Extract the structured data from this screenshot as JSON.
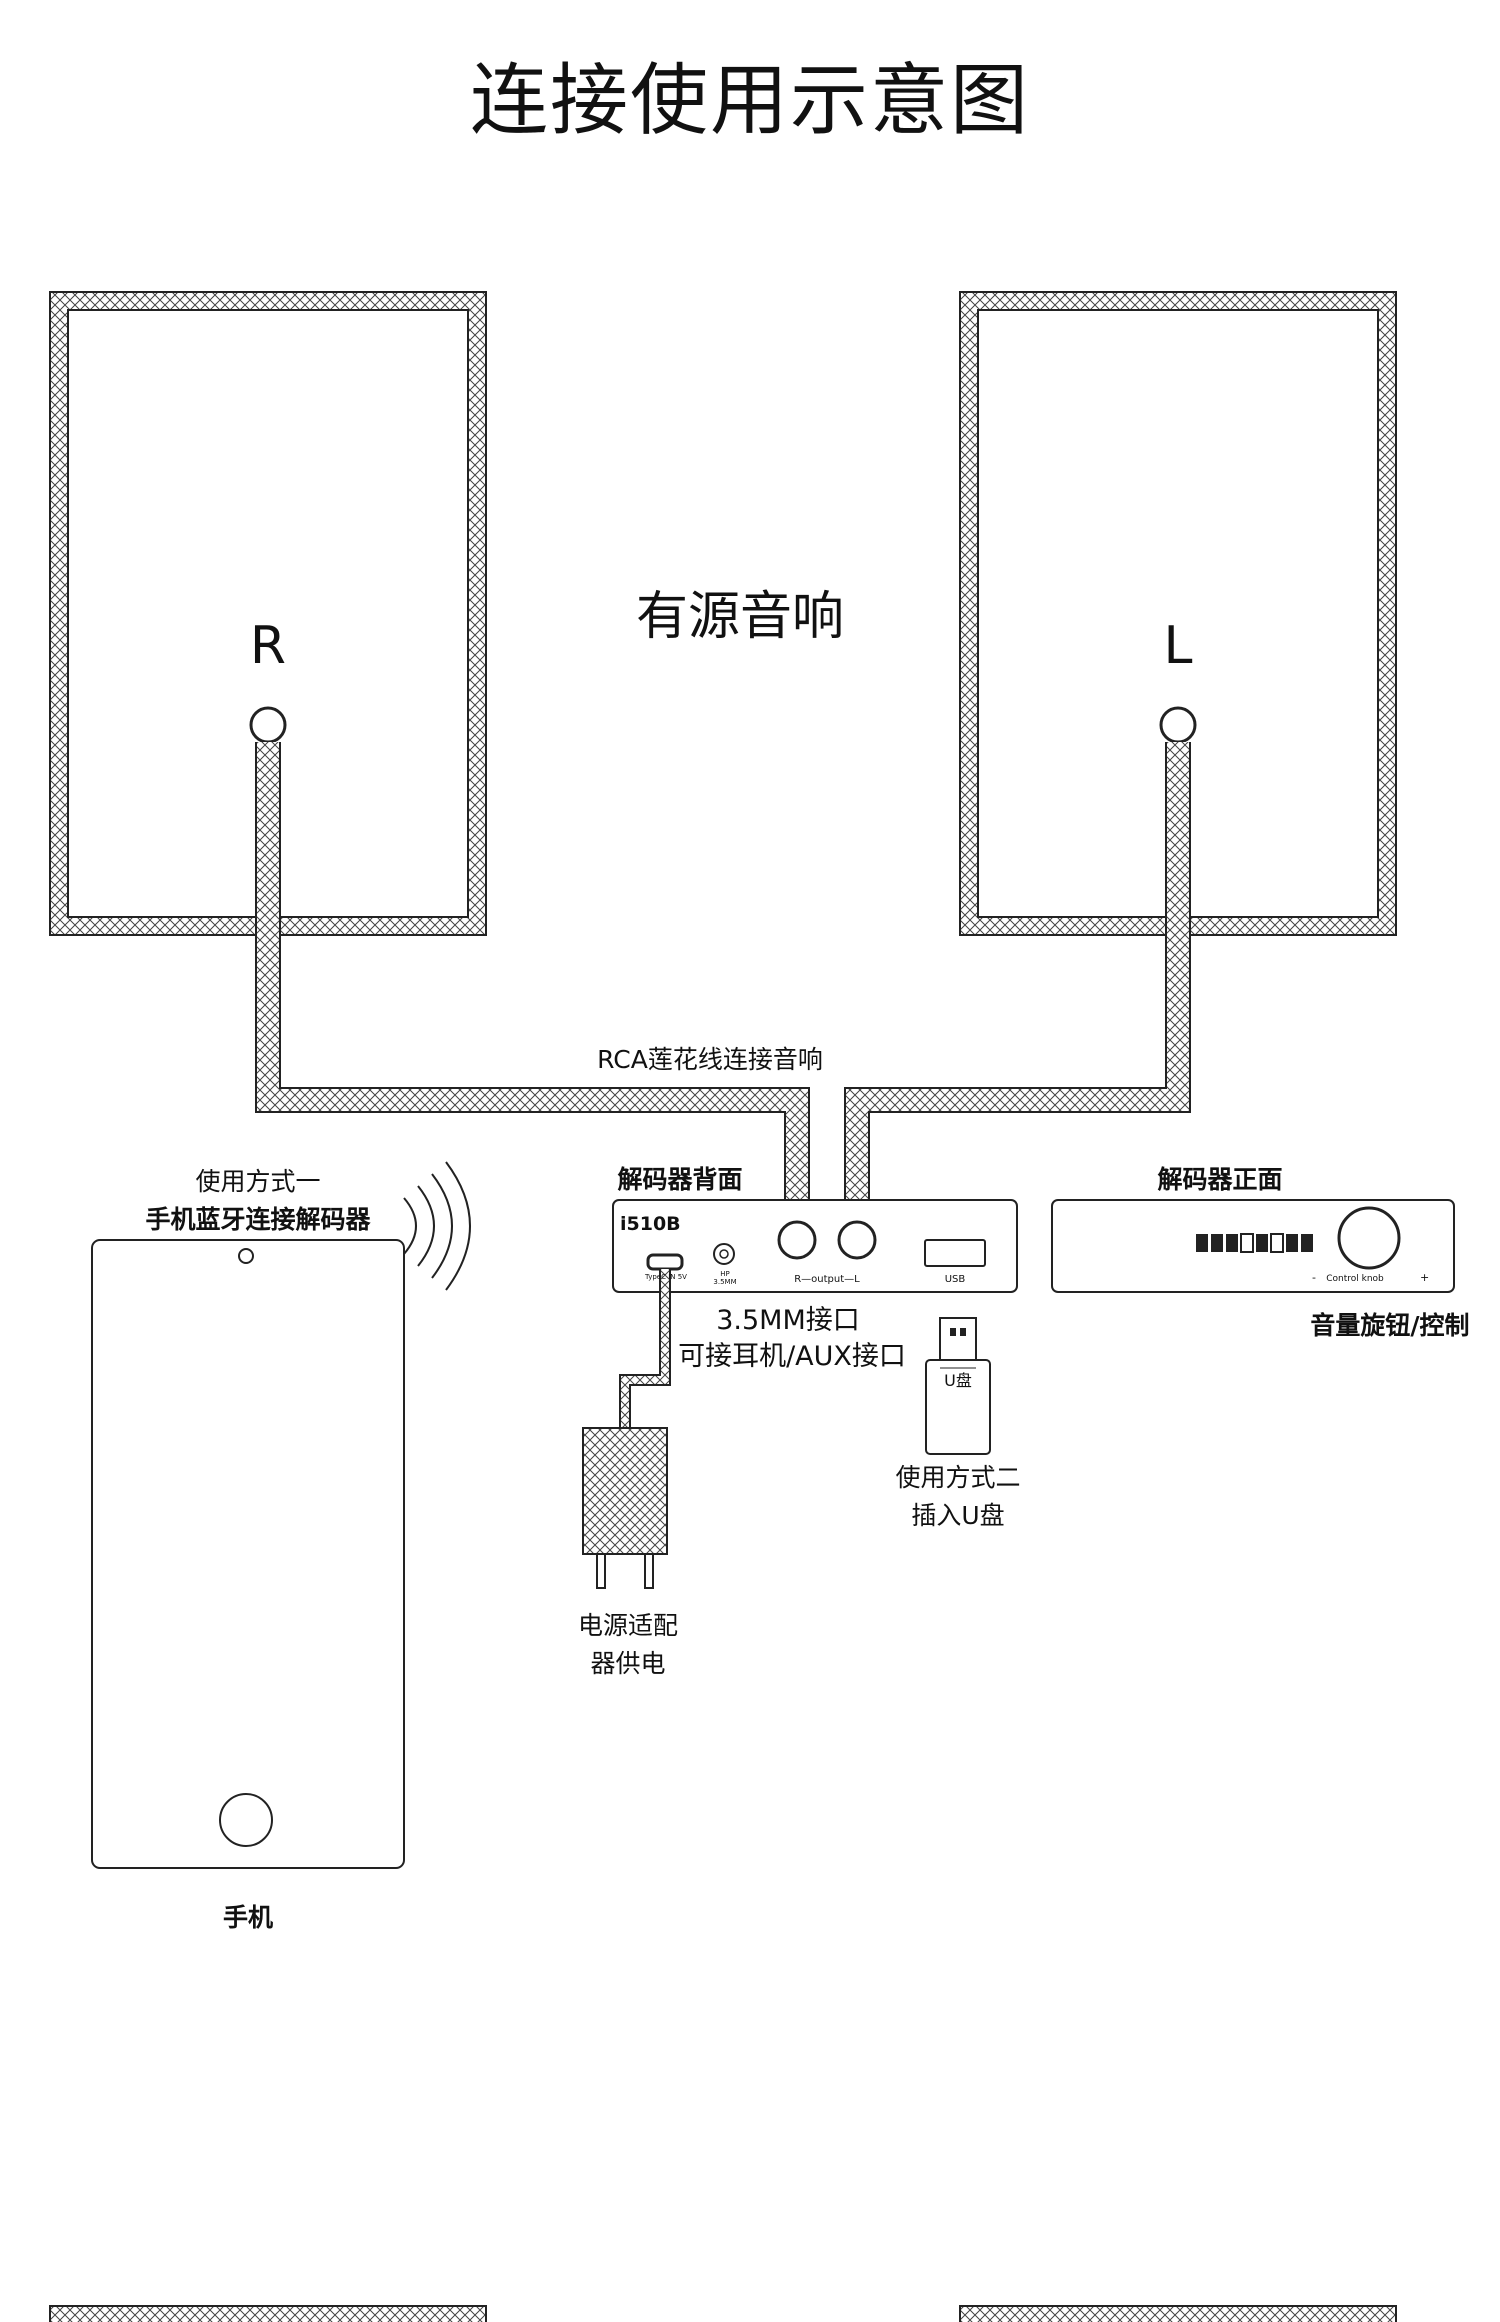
{
  "title": "连接使用示意图",
  "speakers": {
    "label": "有源音响",
    "right_channel": "R",
    "left_channel": "L"
  },
  "cable": {
    "rca_label": "RCA莲花线连接音响"
  },
  "decoder_back": {
    "title": "解码器背面",
    "model": "i510B",
    "typec_port": "TypeC IN 5V",
    "hp_port": "HP 3.5MM",
    "output_port": "R—output—L",
    "usb_port": "USB",
    "jack_label_1": "3.5MM接口",
    "jack_label_2": "可接耳机/AUX接口"
  },
  "decoder_front": {
    "title": "解码器正面",
    "knob_caption": "Control knob",
    "minus": "-",
    "plus": "+",
    "knob_label": "音量旋钮/控制"
  },
  "usage_1": {
    "line1": "使用方式一",
    "line2": "手机蓝牙连接解码器"
  },
  "usage_2": {
    "line1": "使用方式二",
    "line2": "插入U盘",
    "usb_stick_text": "U盘"
  },
  "power": {
    "line1": "电源适配",
    "line2": "器供电"
  },
  "phone": {
    "label": "手机"
  }
}
